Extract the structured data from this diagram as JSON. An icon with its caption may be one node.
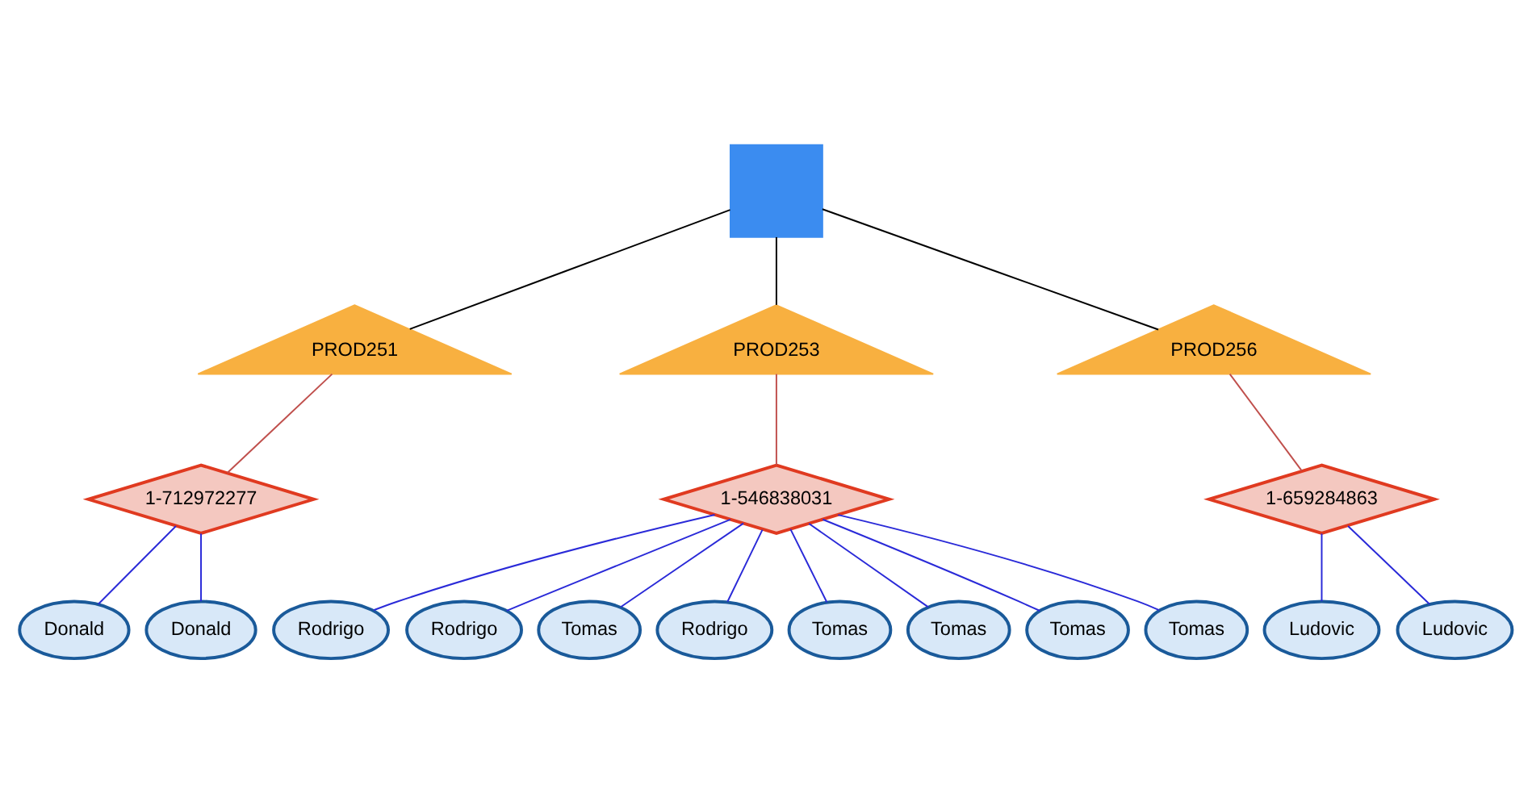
{
  "diagram": {
    "nodes": [
      {
        "text": [],
        "shape": "box"
      },
      {
        "text": [
          "PROD251"
        ]
      },
      {
        "text": [
          "PROD253"
        ]
      },
      {
        "text": [
          "PROD256"
        ]
      },
      {
        "text": [
          "1-712972277"
        ]
      },
      {
        "text": [
          "1-546838031"
        ]
      },
      {
        "text": [
          "1-659284863"
        ]
      },
      {
        "text": [
          "Donald"
        ]
      },
      {
        "text": [
          "Donald"
        ]
      },
      {
        "text": [
          "Rodrigo"
        ]
      },
      {
        "text": [
          "Rodrigo"
        ]
      },
      {
        "text": [
          "Tomas"
        ]
      },
      {
        "text": [
          "Rodrigo"
        ]
      },
      {
        "text": [
          "Tomas"
        ]
      },
      {
        "text": [
          "Tomas"
        ]
      },
      {
        "text": [
          "Tomas"
        ]
      },
      {
        "text": [
          "Tomas"
        ]
      },
      {
        "text": [
          "Ludovic"
        ]
      },
      {
        "text": [
          "Ludovic"
        ]
      }
    ],
    "edges": [
      {
        "from": 0,
        "to": 1,
        "arrow": "none",
        "color": "#000000"
      },
      {
        "from": 0,
        "to": 2,
        "arrow": "none",
        "color": "#000000"
      },
      {
        "from": 0,
        "to": 3,
        "arrow": "none",
        "color": "#000000"
      },
      {
        "from": 1,
        "to": 4,
        "arrow": "none",
        "color": "#c0504d"
      },
      {
        "from": 2,
        "to": 5,
        "arrow": "none",
        "color": "#c0504d"
      },
      {
        "from": 3,
        "to": 6,
        "arrow": "none",
        "color": "#c0504d"
      },
      {
        "from": 4,
        "to": 7,
        "arrow": "none"
      },
      {
        "from": 4,
        "to": 8,
        "arrow": "none"
      },
      {
        "from": 5,
        "to": 9,
        "arrow": "none"
      },
      {
        "from": 5,
        "to": 10,
        "arrow": "none"
      },
      {
        "from": 5,
        "to": 11,
        "arrow": "none"
      },
      {
        "from": 5,
        "to": 12,
        "arrow": "none"
      },
      {
        "from": 5,
        "to": 13,
        "arrow": "none"
      },
      {
        "from": 5,
        "to": 14,
        "arrow": "none"
      },
      {
        "from": 5,
        "to": 15,
        "arrow": "none"
      },
      {
        "from": 5,
        "to": 16,
        "arrow": "none"
      },
      {
        "from": 6,
        "to": 17,
        "arrow": "none"
      },
      {
        "from": 6,
        "to": 18,
        "arrow": "none"
      }
    ]
  }
}
